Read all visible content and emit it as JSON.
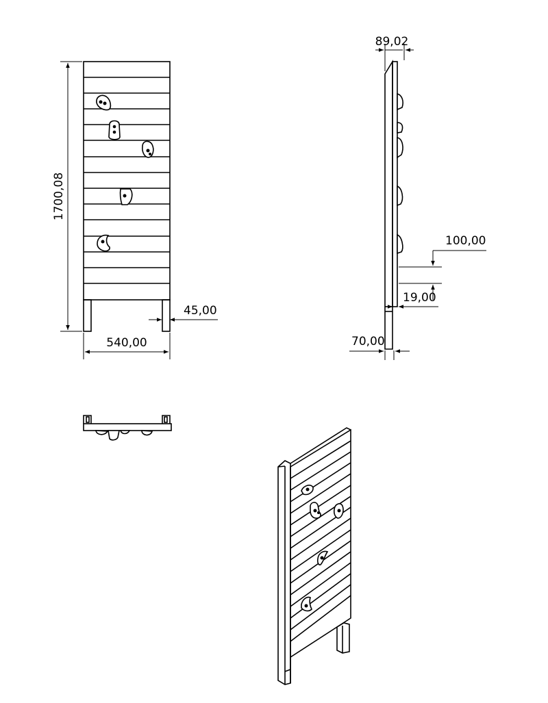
{
  "dimensions": {
    "total_height": "1700,08",
    "width": "540,00",
    "post_width": "45,00",
    "wall_depth": "89,02",
    "hold_spacing": "100,00",
    "board_thickness": "19,00",
    "post_depth": "70,00"
  },
  "views": {
    "front": {
      "hold_count": 5
    },
    "side": {
      "hold_count": 5
    },
    "top": {},
    "isometric": {
      "hold_count": 5
    }
  }
}
